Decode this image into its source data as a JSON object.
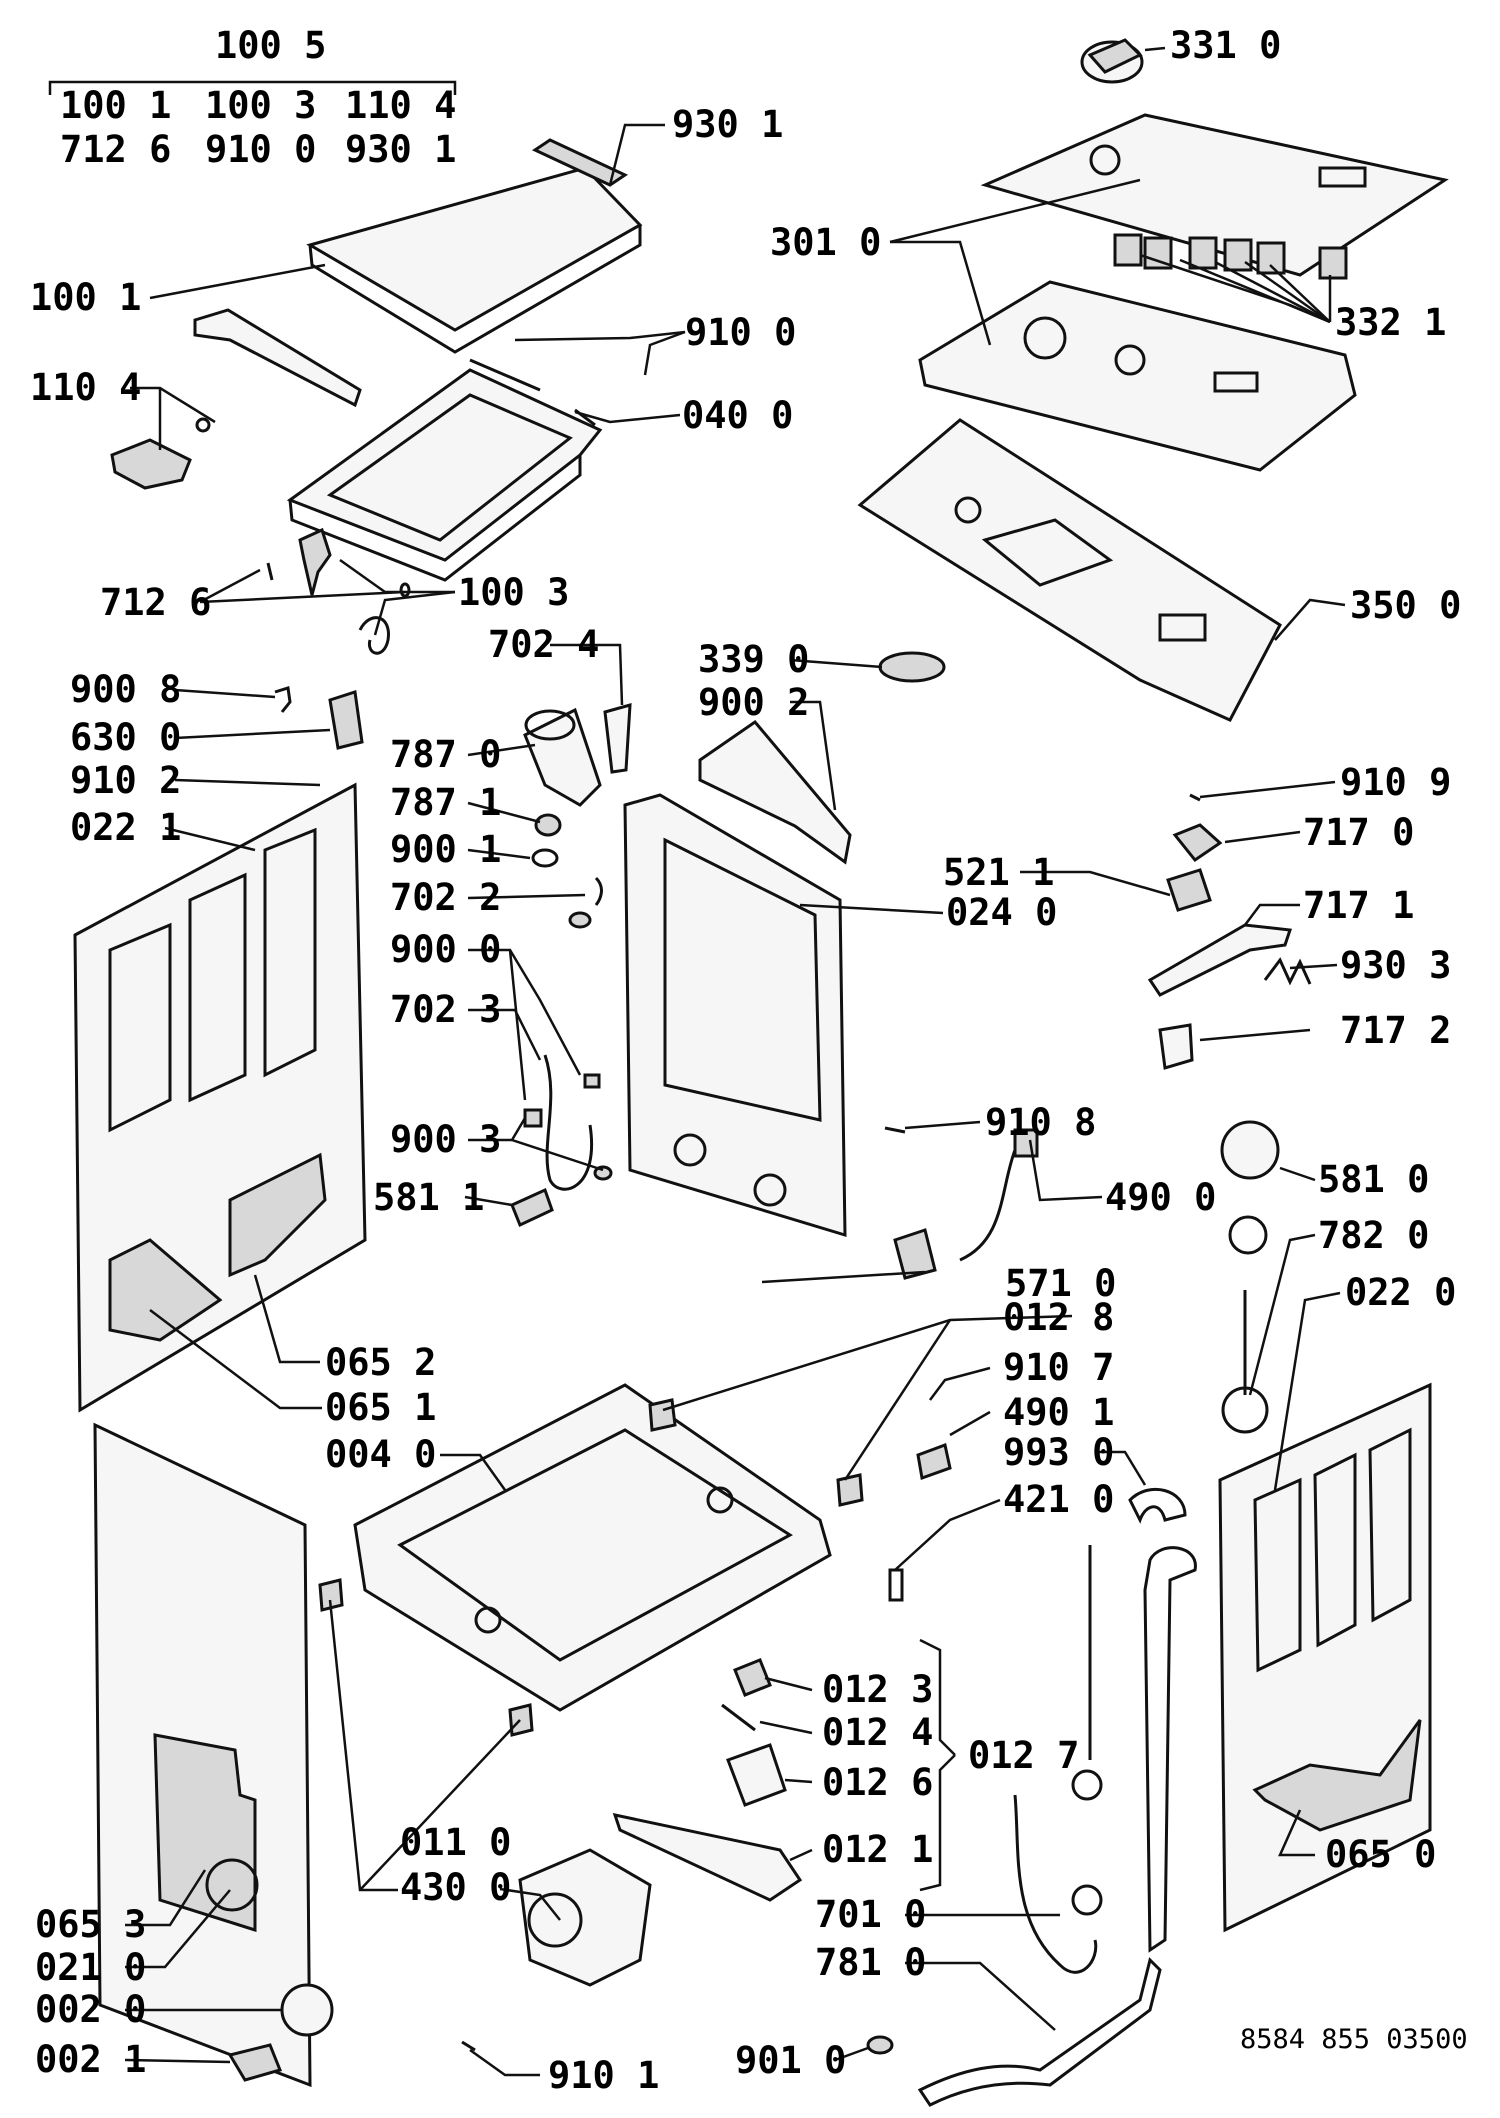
{
  "header": {
    "group_code": "100 5",
    "group_row1": [
      "100 1",
      "100 3",
      "110 4"
    ],
    "group_row2": [
      "712 6",
      "910 0",
      "930 1"
    ]
  },
  "labels": {
    "p9301_top": "930 1",
    "p3310": "331 0",
    "p1001": "100 1",
    "p3010": "301 0",
    "p9100": "910 0",
    "p3321": "332 1",
    "p1104": "110 4",
    "p0400": "040 0",
    "p7126": "712 6",
    "p1003": "100 3",
    "p3500": "350 0",
    "p7024": "702 4",
    "p3390": "339 0",
    "p9008": "900 8",
    "p9002": "900 2",
    "p6300": "630 0",
    "p7870": "787 0",
    "p9102": "910 2",
    "p7871": "787 1",
    "p9109": "910 9",
    "p0221": "022 1",
    "p9001": "900 1",
    "p7170": "717 0",
    "p7022": "702 2",
    "p5211": "521 1",
    "p0240": "024 0",
    "p7171": "717 1",
    "p9000": "900 0",
    "p9303": "930 3",
    "p7023": "702 3",
    "p7172": "717 2",
    "p9108": "910 8",
    "p9003": "900 3",
    "p5810": "581 0",
    "p5811": "581 1",
    "p4900": "490 0",
    "p7820": "782 0",
    "p5710": "571 0",
    "p0220": "022 0",
    "p0128": "012 8",
    "p0652": "065 2",
    "p9107": "910 7",
    "p0651": "065 1",
    "p4901": "490 1",
    "p0040": "004 0",
    "p9930": "993 0",
    "p4210": "421 0",
    "p0123": "012 3",
    "p0124": "012 4",
    "p0127": "012 7",
    "p0126": "012 6",
    "p0110": "011 0",
    "p0121": "012 1",
    "p0650": "065 0",
    "p4300": "430 0",
    "p0653": "065 3",
    "p7010": "701 0",
    "p0210": "021 0",
    "p7810": "781 0",
    "p0020": "002 0",
    "p9010": "901 0",
    "p0021": "002 1",
    "p9101": "910 1"
  },
  "footer": {
    "doc_number": "8584 855 03500"
  }
}
